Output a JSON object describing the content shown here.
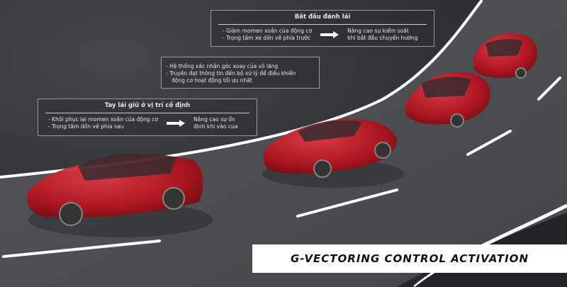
{
  "scene": {
    "description": "Illustration of Mazda sedans travelling along a curved road",
    "colors": {
      "road": "#4a4b4f",
      "background": "#2f3034",
      "car": "#c8202c",
      "line": "#ffffff"
    }
  },
  "box_start_steering": {
    "title": "Bắt đầu đánh lái",
    "left_lines": [
      "- Giảm momen xoắn của động cơ",
      "- Trọng tâm xe dồn về phía trước"
    ],
    "right_lines": [
      "Nâng cao sự kiểm soát",
      "khi bắt đầu chuyển hướng"
    ]
  },
  "box_sensor": {
    "lines": [
      "- Hệ thống xác nhận góc xoay của vô lăng",
      "- Truyền đạt thông tin đến bộ xử lý để điều khiển",
      "  động cơ hoạt động tối ưu nhất"
    ]
  },
  "box_hold_steering": {
    "title": "Tay lái giữ ở vị trí cố định",
    "left_lines": [
      "- Khôi phục lại momen xoắn của động cơ",
      "- Trọng tâm dồn về phía sau"
    ],
    "right_lines": [
      "Nâng cao sự ổn",
      "định khi vào cua"
    ]
  },
  "banner": {
    "text": "G-VECTORING CONTROL ACTIVATION"
  }
}
